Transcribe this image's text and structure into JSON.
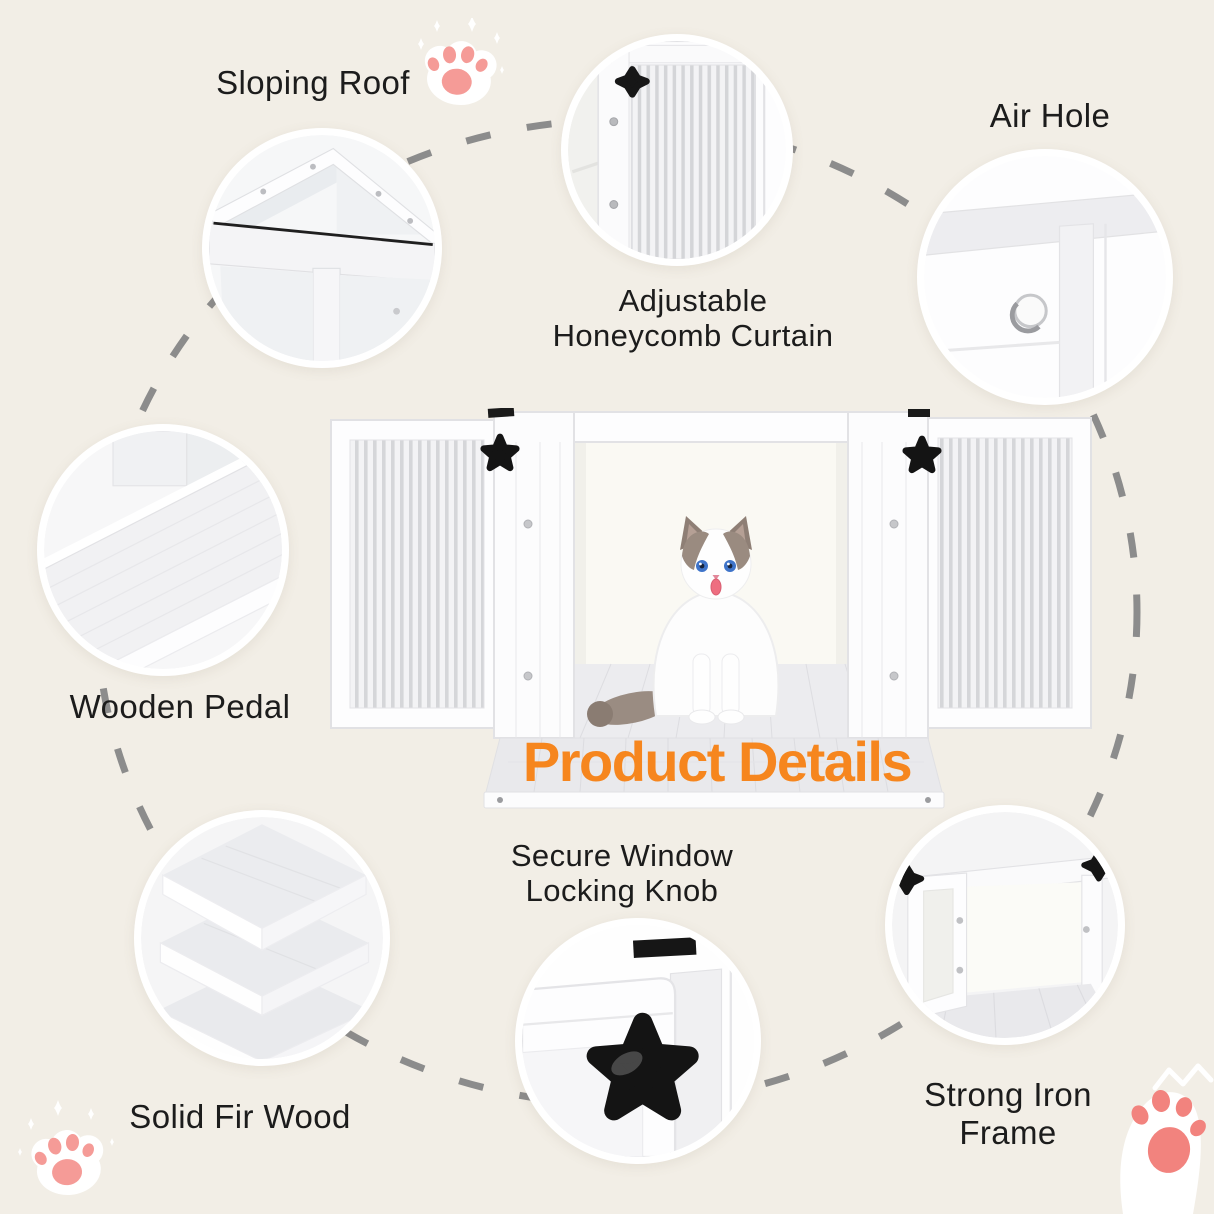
{
  "title": {
    "text": "Product Details"
  },
  "features": [
    {
      "id": "sloping-roof",
      "label": "Sloping Roof"
    },
    {
      "id": "honeycomb-curtain",
      "label": "Adjustable\nHoneycomb Curtain"
    },
    {
      "id": "air-hole",
      "label": "Air Hole"
    },
    {
      "id": "wooden-pedal",
      "label": "Wooden Pedal"
    },
    {
      "id": "solid-fir-wood",
      "label": "Solid Fir Wood"
    },
    {
      "id": "locking-knob",
      "label": "Secure Window\nLocking Knob"
    },
    {
      "id": "iron-frame",
      "label": "Strong Iron\nFrame"
    }
  ],
  "colors": {
    "bg": "#F2EEE6",
    "accent": "#F6861E",
    "ink": "#1C1C1C",
    "dash": "#8C8C8C",
    "pawpink": "#F2837E",
    "padpink": "#F59B97"
  }
}
